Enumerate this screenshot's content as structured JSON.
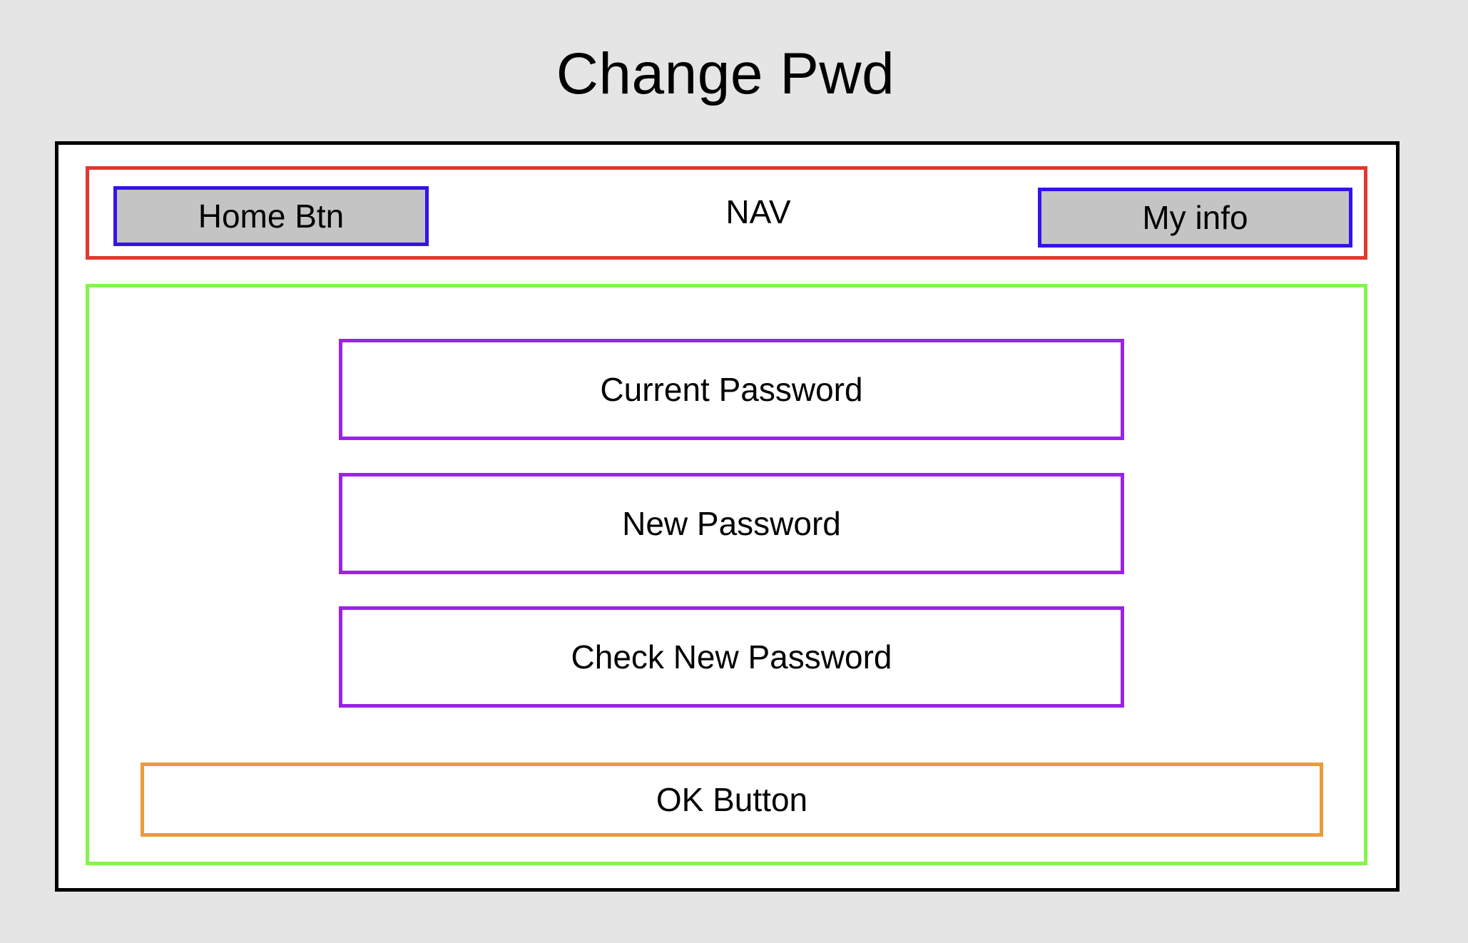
{
  "page": {
    "title": "Change Pwd"
  },
  "nav": {
    "label": "NAV",
    "home_button": "Home Btn",
    "myinfo_button": "My info"
  },
  "form": {
    "current_password": "Current Password",
    "new_password": "New Password",
    "check_new_password": "Check New Password",
    "ok_button": "OK Button"
  },
  "colors": {
    "background": "#e5e5e5",
    "frame_border": "#000000",
    "nav_border": "#e2382f",
    "nav_button_border": "#3512e8",
    "nav_button_fill": "#c4c4c4",
    "content_border": "#84f44a",
    "field_border": "#9b22e8",
    "ok_button_border": "#ea9b3a"
  }
}
